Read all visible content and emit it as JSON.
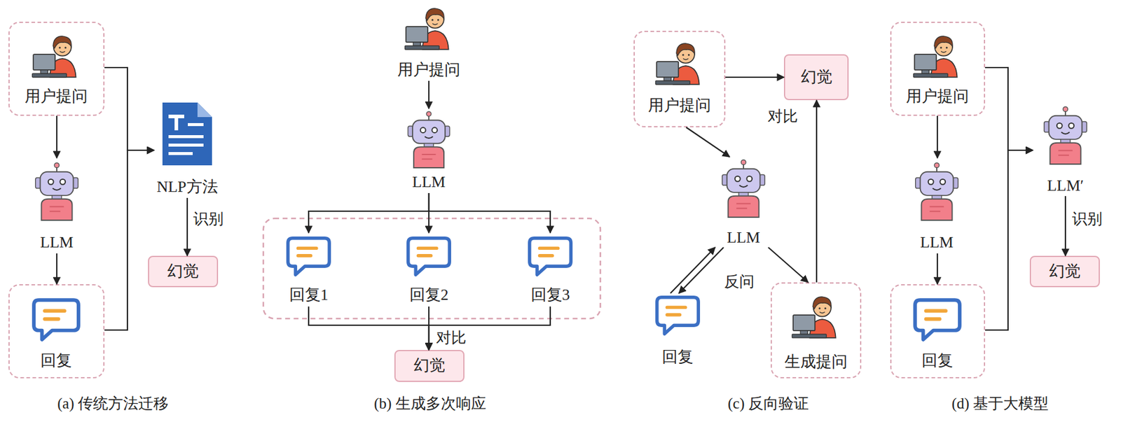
{
  "diagram": {
    "nodes": [
      {
        "text": [
          "用户提问"
        ]
      },
      {
        "text": [
          "LLM"
        ]
      },
      {
        "text": [
          "回复"
        ]
      },
      {
        "text": [
          "NLP方法"
        ]
      },
      {
        "text": [
          "幻觉"
        ]
      },
      {
        "text": [
          "用户提问"
        ]
      },
      {
        "text": [
          "LLM"
        ]
      },
      {
        "text": [
          "回复1"
        ]
      },
      {
        "text": [
          "回复2"
        ]
      },
      {
        "text": [
          "回复3"
        ]
      },
      {
        "text": [
          "幻觉"
        ]
      },
      {
        "text": [
          "用户提问"
        ]
      },
      {
        "text": [
          "幻觉"
        ]
      },
      {
        "text": [
          "LLM"
        ]
      },
      {
        "text": [
          "回复"
        ]
      },
      {
        "text": [
          "生成提问"
        ]
      },
      {
        "text": [
          "用户提问"
        ]
      },
      {
        "text": [
          "LLM"
        ]
      },
      {
        "text": [
          "回复"
        ]
      },
      {
        "text": [
          "LLM′"
        ]
      },
      {
        "text": [
          "幻觉"
        ]
      }
    ],
    "edges": [
      {
        "from": 0,
        "to": 1,
        "arrow": "to"
      },
      {
        "from": 1,
        "to": 2,
        "arrow": "to"
      },
      {
        "from": 0,
        "to": 3,
        "arrow": "to"
      },
      {
        "from": 2,
        "to": 3,
        "arrow": "to"
      },
      {
        "from": 3,
        "to": 4,
        "label": "识别",
        "arrow": "to"
      },
      {
        "from": 5,
        "to": 6,
        "arrow": "to"
      },
      {
        "from": 6,
        "to": 7,
        "arrow": "to"
      },
      {
        "from": 6,
        "to": 8,
        "arrow": "to"
      },
      {
        "from": 6,
        "to": 9,
        "arrow": "to"
      },
      {
        "from": 7,
        "to": 10,
        "arrow": "to"
      },
      {
        "from": 8,
        "to": 10,
        "label": "对比",
        "arrow": "to"
      },
      {
        "from": 9,
        "to": 10,
        "arrow": "to"
      },
      {
        "from": 11,
        "to": 12,
        "label": "对比",
        "arrow": "to"
      },
      {
        "from": 11,
        "to": 13,
        "arrow": "to"
      },
      {
        "from": 13,
        "to": 14,
        "label": "反问",
        "arrow": "to"
      },
      {
        "from": 14,
        "to": 13,
        "arrow": "to"
      },
      {
        "from": 13,
        "to": 15,
        "arrow": "to"
      },
      {
        "from": 15,
        "to": 12,
        "arrow": "to"
      },
      {
        "from": 16,
        "to": 17,
        "arrow": "to"
      },
      {
        "from": 17,
        "to": 18,
        "arrow": "to"
      },
      {
        "from": 16,
        "to": 19,
        "arrow": "to"
      },
      {
        "from": 18,
        "to": 19,
        "arrow": "to"
      },
      {
        "from": 19,
        "to": 20,
        "label": "识别",
        "arrow": "to"
      }
    ],
    "labels": [
      "(a) 传统方法迁移",
      "(b) 生成多次响应",
      "(c) 反向验证",
      "(d) 基于大模型"
    ]
  }
}
